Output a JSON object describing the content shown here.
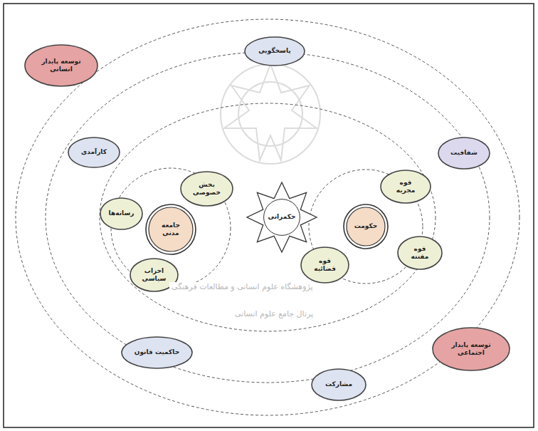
{
  "diagram": {
    "nodes": [
      {
        "text": [
          "توسعه پایدار انسانی"
        ]
      },
      {
        "text": [
          "پاسخگویی"
        ]
      },
      {
        "text": [
          "کارآمدی"
        ]
      },
      {
        "text": [
          "شفافیت"
        ]
      },
      {
        "text": [
          "بخش خصوصی"
        ]
      },
      {
        "text": [
          "قوه مجریه"
        ]
      },
      {
        "text": [
          "رسانه‌ها"
        ]
      },
      {
        "text": [
          "حکمرانی"
        ]
      },
      {
        "text": [
          "جامعه مدنی"
        ]
      },
      {
        "text": [
          "حکومت"
        ]
      },
      {
        "text": [
          "قوه مقننه"
        ]
      },
      {
        "text": [
          "قوه قضائیه"
        ]
      },
      {
        "text": [
          "احزاب سیاسی"
        ]
      },
      {
        "text": [
          "توسعه پایدار اجتماعی"
        ]
      },
      {
        "text": [
          "حاکمیت قانون"
        ]
      },
      {
        "text": [
          "مشارکت"
        ]
      }
    ],
    "labels": [
      "پژوهشگاه علوم انسانی و مطالعات فرهنگی",
      "پرتال جامع علوم انسانی"
    ]
  }
}
